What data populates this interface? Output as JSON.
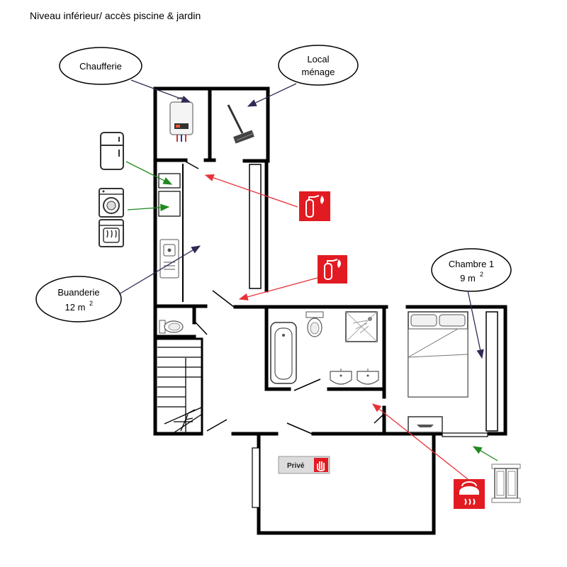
{
  "title": "Niveau inférieur/ accès piscine & jardin",
  "callouts": {
    "chaufferie": "Chaufferie",
    "local_menage_1": "Local",
    "local_menage_2": "ménage",
    "buanderie_1": "Buanderie",
    "buanderie_2": "12 m",
    "buanderie_sup": "2",
    "chambre_1": "Chambre 1",
    "chambre_2": "9 m",
    "chambre_sup": "2"
  },
  "sign": {
    "prive": "Privé"
  },
  "colors": {
    "wall": "#000000",
    "arrow_purple": "#2e2a55",
    "arrow_red": "#e8323a",
    "arrow_green": "#1f8a1f",
    "sign_red": "#e21b22",
    "sign_gray": "#dcdcdc"
  },
  "icons": [
    "boiler-icon",
    "broom-icon",
    "fridge-icon",
    "washing-machine-icon",
    "dryer-icon",
    "sink-icon",
    "toilet-icon",
    "bathtub-icon",
    "shower-icon",
    "washbasin-icon",
    "bed-icon",
    "fire-extinguisher-icon",
    "smoke-detector-icon",
    "window-icon",
    "private-sign-icon"
  ]
}
